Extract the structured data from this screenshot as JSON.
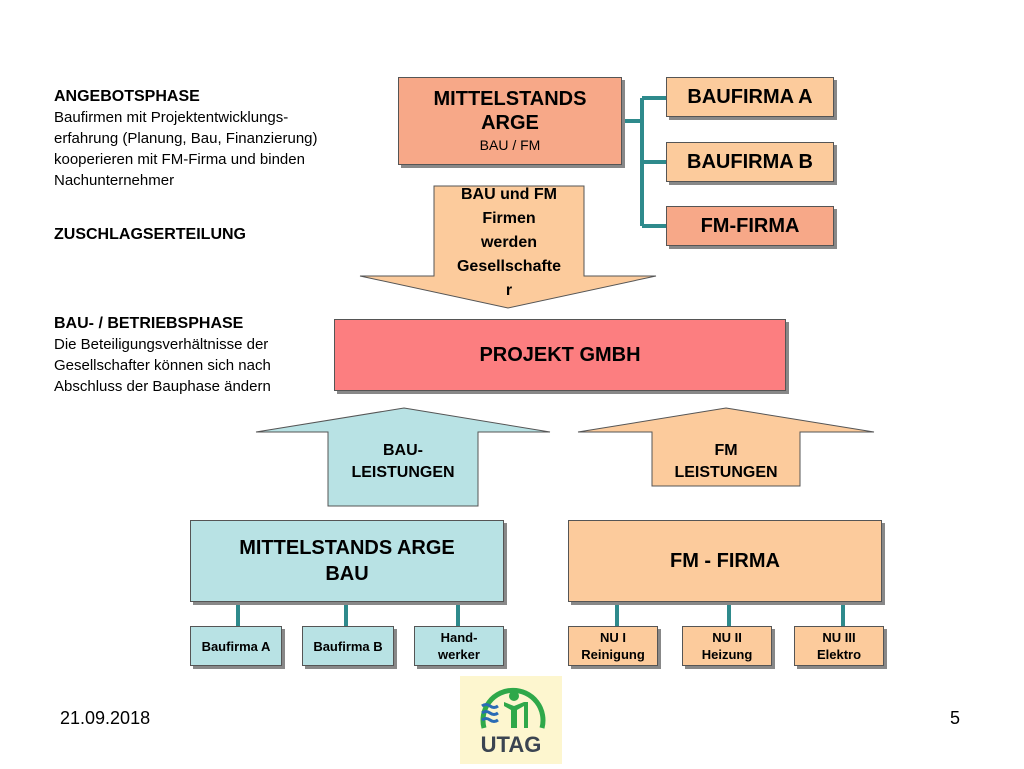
{
  "notes": {
    "angebot_title": "ANGEBOTSPHASE",
    "angebot_lines": [
      "Baufirmen mit Projektentwicklungs-",
      "erfahrung (Planung, Bau, Finanzierung)",
      "kooperieren mit FM-Firma und binden",
      "Nachunternehmer"
    ],
    "zuschlag_title": "ZUSCHLAGSERTEILUNG",
    "betrieb_title": "BAU- / BETRIEBSPHASE",
    "betrieb_lines": [
      "Die Beteiligungsverhältnisse der",
      "Gesellschafter können sich nach",
      "Abschluss der Bauphase ändern"
    ]
  },
  "top": {
    "arge_line1": "MITTELSTANDS",
    "arge_line2": "ARGE",
    "arge_sub": "BAU / FM",
    "baufirma_a": "BAUFIRMA A",
    "baufirma_b": "BAUFIRMA B",
    "fm_firma": "FM-FIRMA"
  },
  "arrow_down_lines": [
    "BAU und FM",
    "Firmen",
    "werden",
    "Gesellschafte",
    "r"
  ],
  "projekt": "PROJEKT GMBH",
  "arrow_bau_lines": [
    "BAU-",
    "LEISTUNGEN"
  ],
  "arrow_fm_lines": [
    "FM",
    "LEISTUNGEN"
  ],
  "arge_bau_lines": [
    "MITTELSTANDS ARGE",
    "BAU"
  ],
  "fm_firma_bottom": "FM - FIRMA",
  "subs_bau": [
    {
      "lines": [
        "Baufirma A"
      ]
    },
    {
      "lines": [
        "Baufirma B"
      ]
    },
    {
      "lines": [
        "Hand-",
        "werker"
      ]
    }
  ],
  "subs_fm": [
    {
      "lines": [
        "NU I",
        "Reinigung"
      ]
    },
    {
      "lines": [
        "NU II",
        "Heizung"
      ]
    },
    {
      "lines": [
        "NU III",
        "Elektro"
      ]
    }
  ],
  "footer": {
    "date": "21.09.2018",
    "page": "5",
    "logo_text": "UTAG"
  },
  "colors": {
    "connector": "#2e8a8c",
    "salmon": "#f7a888",
    "peach": "#fccb9c",
    "pink": "#fc7e80",
    "teal": "#b8e2e4"
  }
}
